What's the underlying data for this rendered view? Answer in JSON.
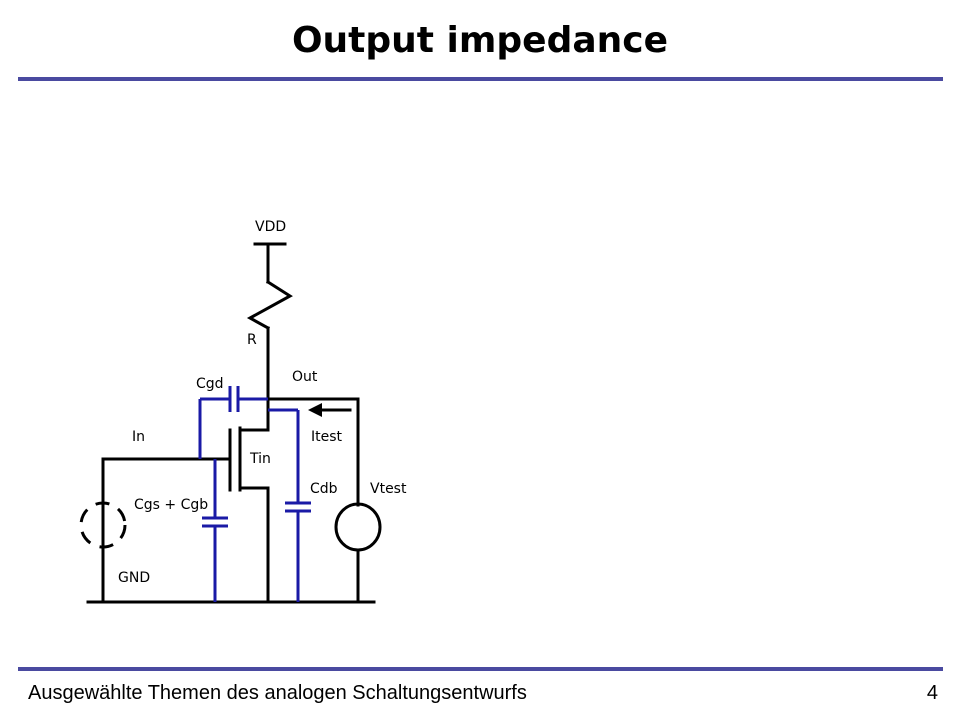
{
  "slide": {
    "title": "Output impedance",
    "footer_text": "Ausgewählte Themen des analogen Schaltungsentwurfs",
    "page_number": "4"
  },
  "circuit": {
    "labels": {
      "vdd": "VDD",
      "r": "R",
      "out": "Out",
      "cgd": "Cgd",
      "in": "In",
      "itest": "Itest",
      "tin": "Tin",
      "cdb": "Cdb",
      "vtest": "Vtest",
      "cgs_cgb": "Cgs + Cgb",
      "gnd": "GND"
    },
    "colors": {
      "wire": "#000000",
      "parasitic": "#1a1aa6",
      "rule": "#4a4aa0"
    }
  }
}
